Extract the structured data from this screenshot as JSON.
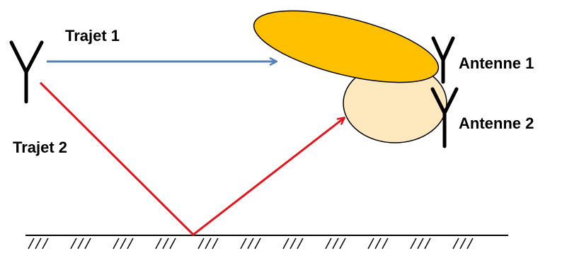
{
  "labels": {
    "path1": "Trajet 1",
    "path2": "Trajet 2",
    "antenna1": "Antenne 1",
    "antenna2": "Antenne 2"
  },
  "colors": {
    "path1": "#4f81bd",
    "path2": "#e8121a",
    "lobe1_fill": "#ffc000",
    "lobe2_fill": "#fde9bd",
    "outline": "#000000",
    "ground": "#000000"
  },
  "icons": {
    "transmitter": "y-antenna-icon",
    "antenna1": "y-antenna-icon",
    "antenna2": "y-antenna-icon",
    "ground": "hatched-ground"
  }
}
